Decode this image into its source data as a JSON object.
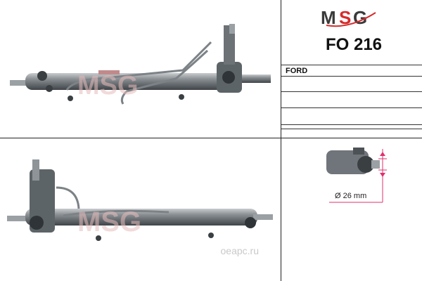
{
  "brand": {
    "logo_text": "MSG",
    "colors": {
      "dark": "#3a3a3a",
      "accent": "#d62b2b"
    }
  },
  "part": {
    "number": "FO 216",
    "make": "FORD"
  },
  "diagram": {
    "diameter_label": "Ø 26 mm",
    "accent_color": "#e0306e"
  },
  "watermark": {
    "logo_text": "MSG",
    "site": "oeapc.ru"
  }
}
